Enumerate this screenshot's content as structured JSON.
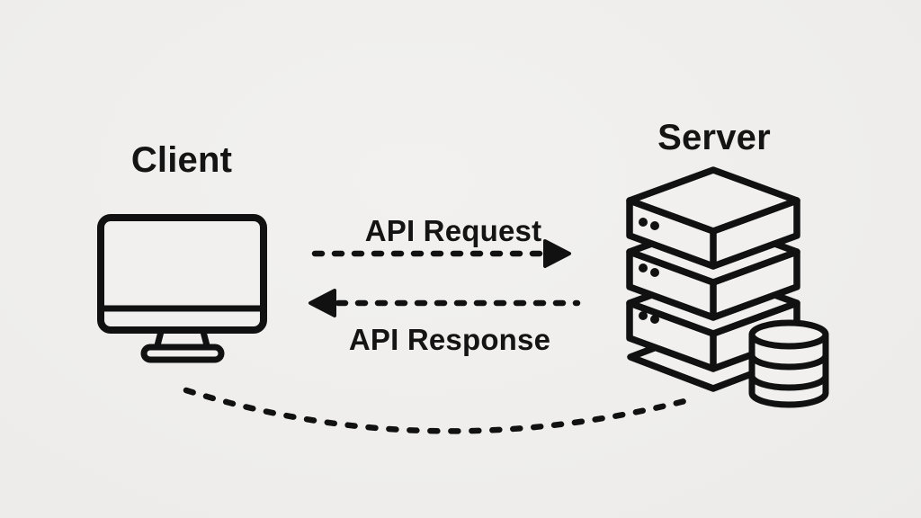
{
  "title": "Client-Server API communication diagram",
  "colors": {
    "background": "#efeeec",
    "line": "#111111",
    "text": "#141414"
  },
  "nodes": {
    "client": {
      "label": "Client",
      "icon": "desktop-monitor-icon"
    },
    "server": {
      "label": "Server",
      "icons": [
        "server-stack-icon",
        "database-icon"
      ]
    }
  },
  "edges": {
    "request": {
      "label": "API Request",
      "direction": "client-to-server",
      "style": "dashed-arrow"
    },
    "response": {
      "label": "API Response",
      "direction": "server-to-client",
      "style": "dashed-arrow"
    },
    "loop": {
      "label": "",
      "direction": "client-to-server",
      "style": "dashed-curve"
    }
  }
}
